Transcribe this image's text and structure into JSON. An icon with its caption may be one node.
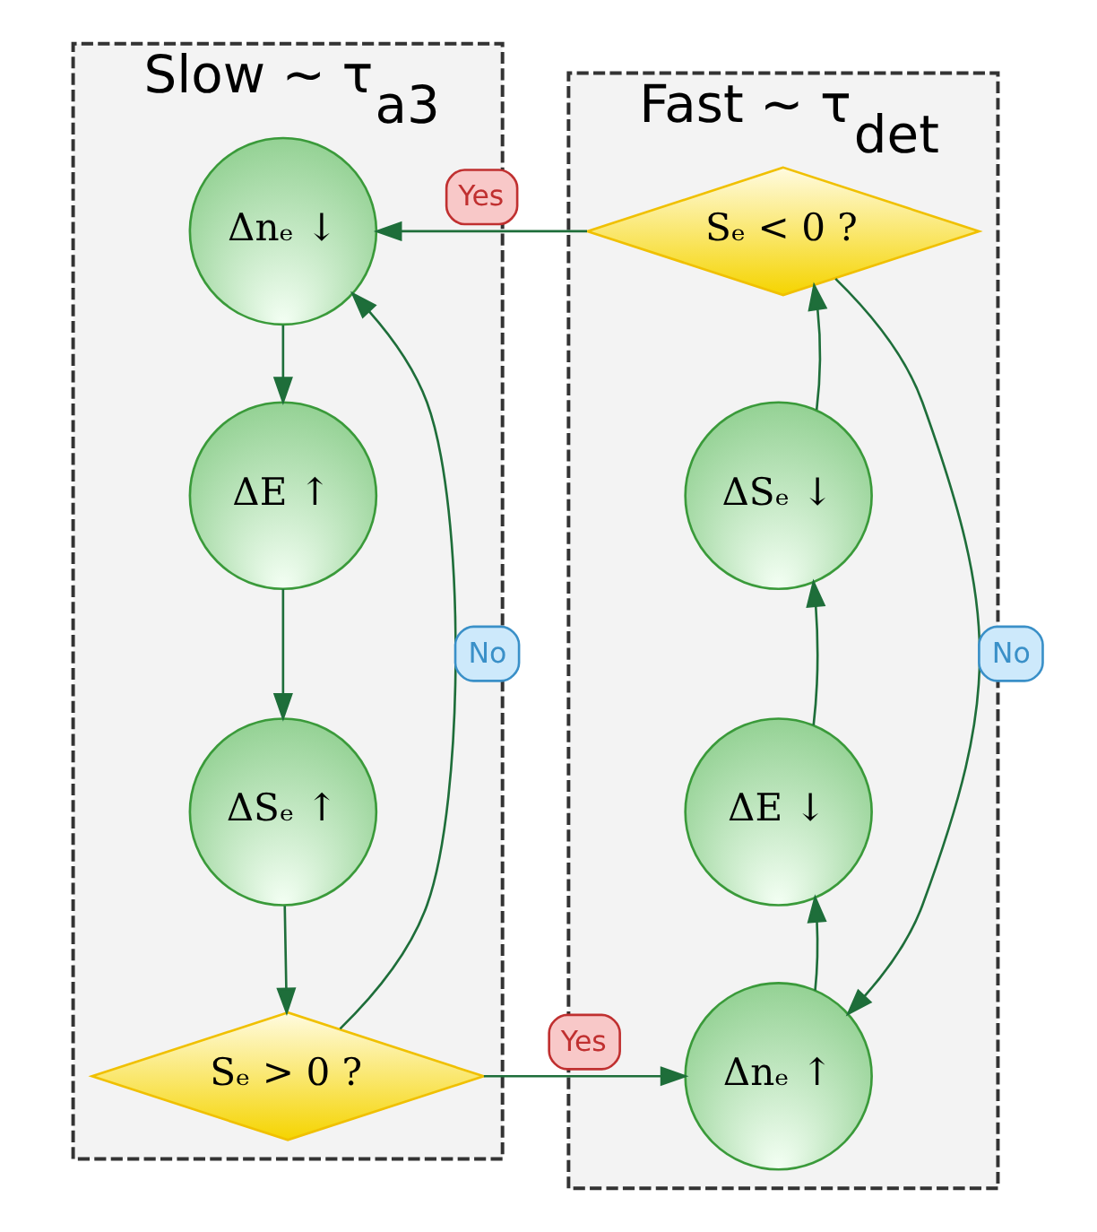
{
  "diagram": {
    "nodes": [
      {
        "text": [
          "Slow ∼ τ$_{a3}$"
        ]
      },
      {
        "text": [
          "Fast ∼ τ$_{det}$"
        ]
      },
      {
        "text": [
          "Δnₑ ↓"
        ],
        "in": 0
      },
      {
        "text": [
          "ΔE ↑"
        ],
        "in": 0
      },
      {
        "text": [
          "ΔSₑ ↑"
        ],
        "in": 0
      },
      {
        "text": [
          "Sₑ > 0 ?"
        ],
        "in": 0
      },
      {
        "text": [
          "Δnₑ ↑"
        ],
        "in": 1
      },
      {
        "text": [
          "ΔE ↓"
        ],
        "in": 1
      },
      {
        "text": [
          "ΔSₑ ↓"
        ],
        "in": 1
      },
      {
        "text": [
          "Sₑ < 0 ?"
        ],
        "in": 1
      }
    ],
    "edges": [
      {
        "from": 2,
        "to": 3,
        "arrow": "to"
      },
      {
        "from": 3,
        "to": 4,
        "arrow": "to"
      },
      {
        "from": 4,
        "to": 5,
        "arrow": "to"
      },
      {
        "from": 5,
        "to": 6,
        "arrow": "to",
        "label": "Yes"
      },
      {
        "from": 5,
        "to": 2,
        "arrow": "to",
        "label": "No"
      },
      {
        "from": 6,
        "to": 7,
        "arrow": "to"
      },
      {
        "from": 7,
        "to": 8,
        "arrow": "to"
      },
      {
        "from": 8,
        "to": 9,
        "arrow": "to"
      },
      {
        "from": 9,
        "to": 2,
        "arrow": "to",
        "label": "Yes"
      },
      {
        "from": 9,
        "to": 6,
        "arrow": "to",
        "label": "No"
      }
    ]
  }
}
